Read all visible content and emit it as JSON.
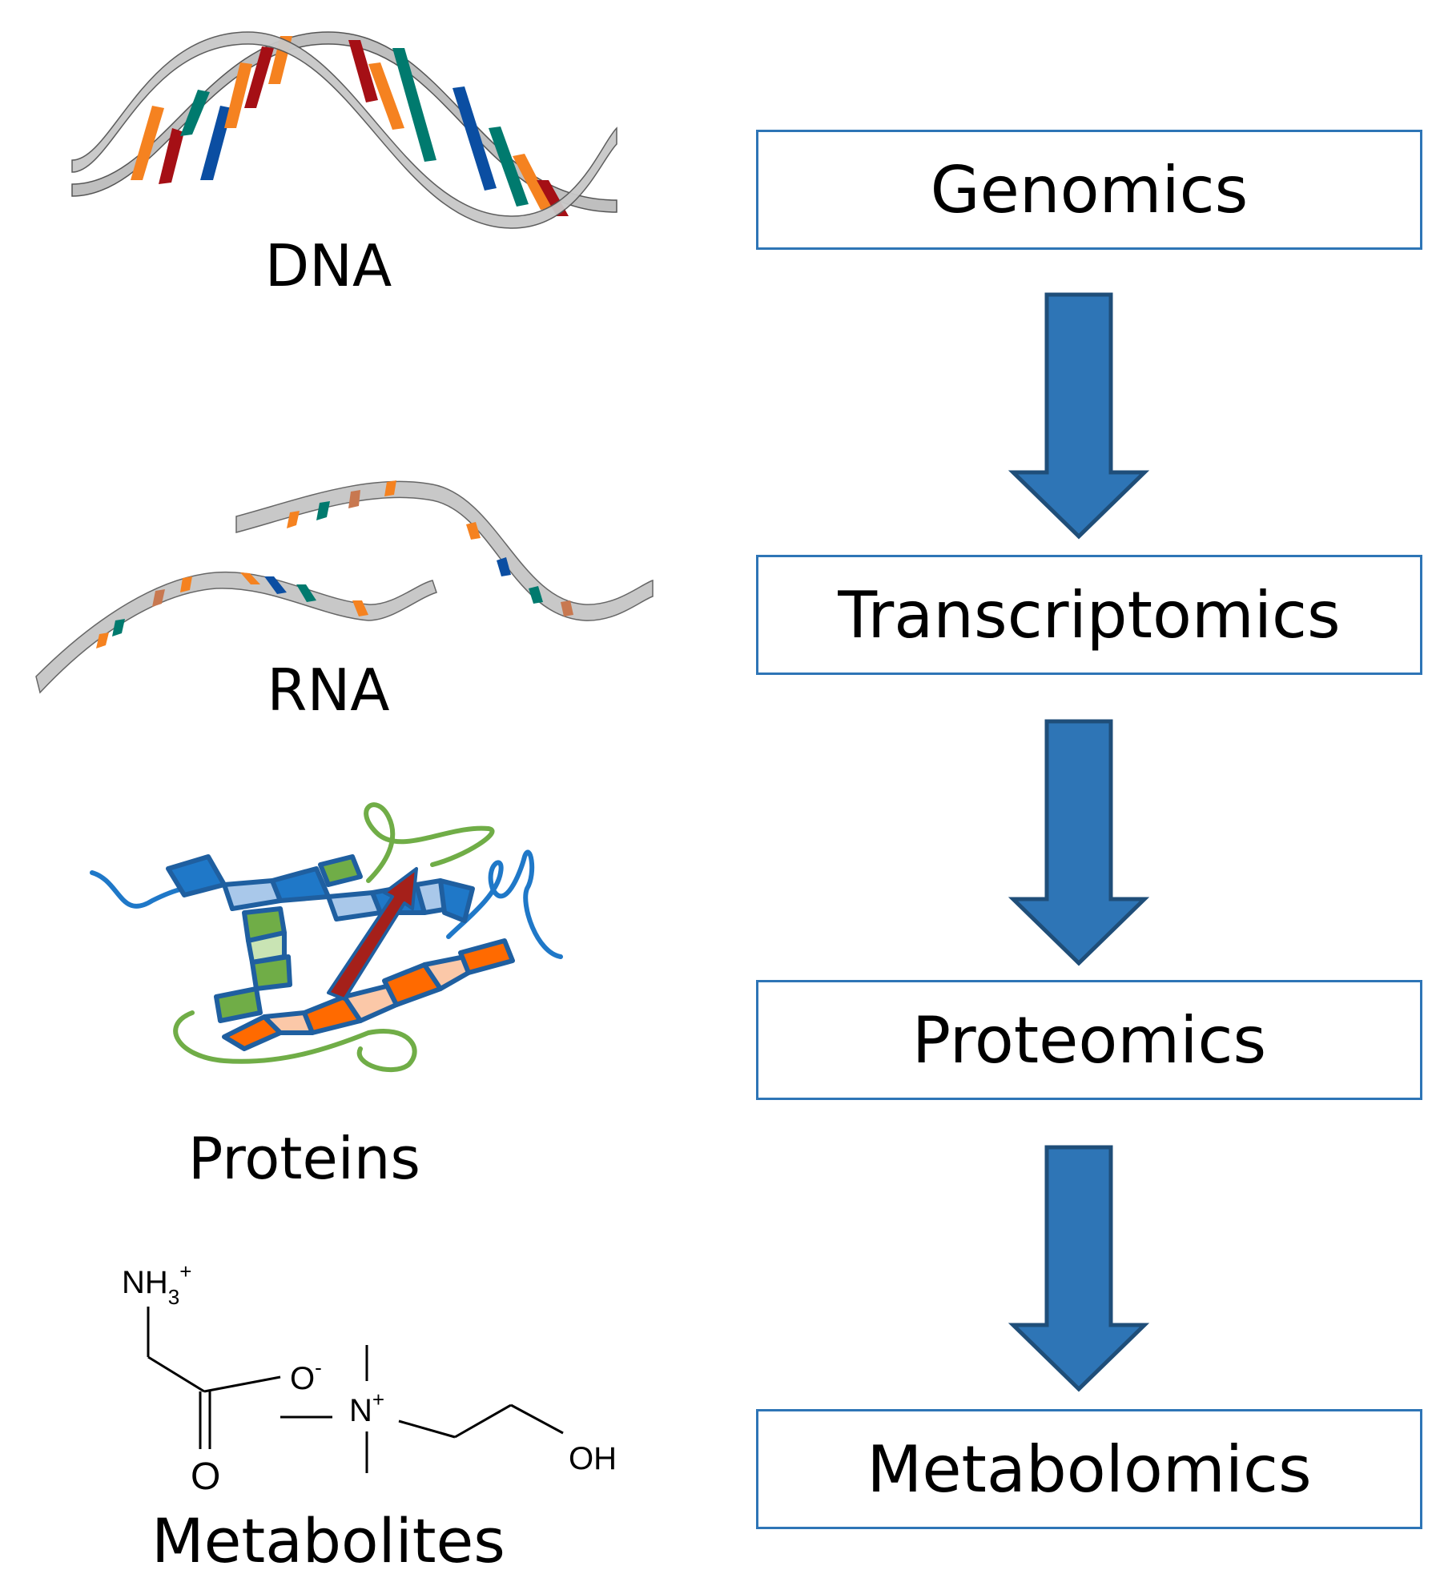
{
  "colors": {
    "accent": "#2e75b6",
    "arrow_fill": "#2e75b6",
    "arrow_stroke": "#1f4e79",
    "strand": "#bfbfbf",
    "base_red": "#a50f15",
    "base_orange": "#f58220",
    "base_teal": "#007a6e",
    "base_blue": "#0b4ea2",
    "protein_blue": "#1f6fb2",
    "protein_green": "#70ad47",
    "protein_orange": "#ff6a00"
  },
  "molecules": {
    "dna_label": "DNA",
    "rna_label": "RNA",
    "proteins_label": "Proteins",
    "metabolites_label": "Metabolites"
  },
  "structure": {
    "amine": "NH",
    "amine_sub": "3",
    "amine_sup": "+",
    "carboxylate_o": "O",
    "carboxylate_charge": "-",
    "carbonyl_o": "O",
    "nitrogen": "N",
    "nitrogen_charge": "+",
    "hydroxyl": "OH"
  },
  "omics": {
    "items": [
      "Genomics",
      "Transcriptomics",
      "Proteomics",
      "Metabolomics"
    ],
    "arrows": 3
  }
}
